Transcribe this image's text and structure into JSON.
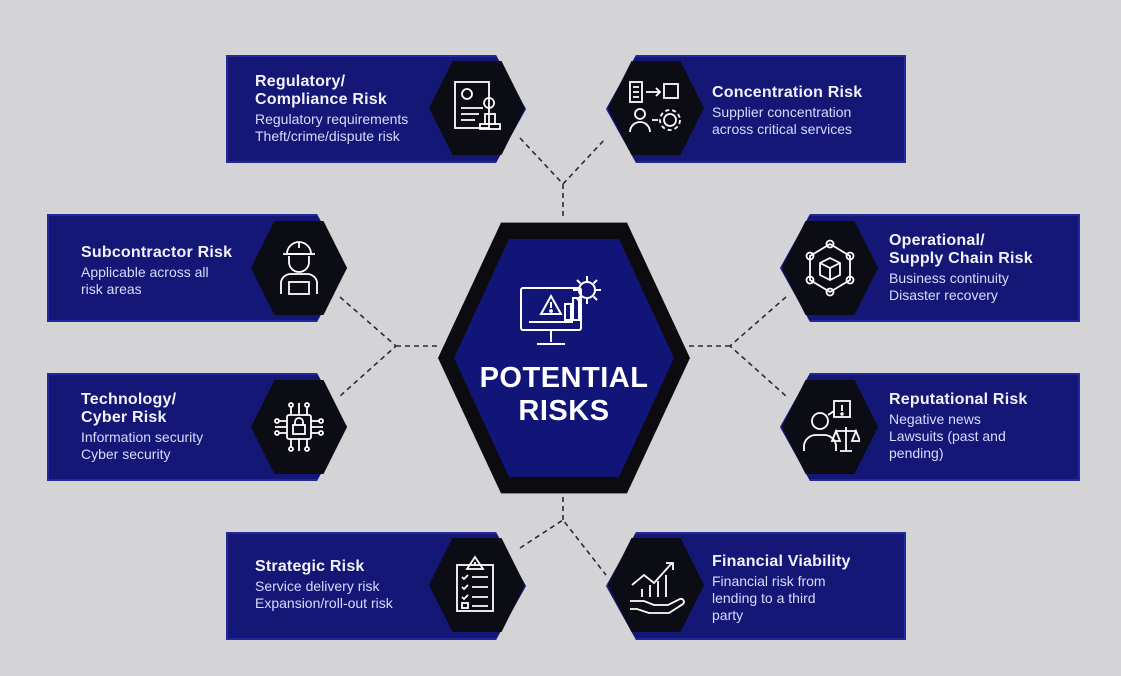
{
  "center": {
    "line1": "POTENTIAL",
    "line2": "RISKS",
    "icon": "monitor-warning-gear-icon"
  },
  "colors": {
    "background": "#d4d4d6",
    "card": "#141775",
    "hex_border": "#0b0b10",
    "connector": "#2a2a3a"
  },
  "risks": [
    {
      "title": [
        "Regulatory/",
        "Compliance Risk"
      ],
      "lines": [
        "Regulatory requirements",
        "Theft/crime/dispute risk"
      ],
      "icon": "document-stamp-icon"
    },
    {
      "title": [
        "Concentration Risk"
      ],
      "lines": [
        "Supplier concentration",
        "across critical services"
      ],
      "icon": "supplier-network-icon"
    },
    {
      "title": [
        "Subcontractor Risk"
      ],
      "lines": [
        "Applicable across all",
        "risk areas"
      ],
      "icon": "worker-hardhat-icon"
    },
    {
      "title": [
        "Operational/",
        "Supply Chain Risk"
      ],
      "lines": [
        "Business continuity",
        "Disaster recovery"
      ],
      "icon": "box-network-icon"
    },
    {
      "title": [
        "Technology/",
        "Cyber Risk"
      ],
      "lines": [
        "Information security",
        "Cyber security"
      ],
      "icon": "circuit-lock-icon"
    },
    {
      "title": [
        "Reputational Risk"
      ],
      "lines": [
        "Negative news",
        "Lawsuits (past and",
        "pending)"
      ],
      "icon": "person-scales-icon"
    },
    {
      "title": [
        "Strategic Risk"
      ],
      "lines": [
        "Service delivery risk",
        "Expansion/roll-out risk"
      ],
      "icon": "checklist-warning-icon"
    },
    {
      "title": [
        "Financial Viability"
      ],
      "lines": [
        "Financial risk from",
        "lending to a third",
        "party"
      ],
      "icon": "hand-growth-chart-icon"
    }
  ]
}
